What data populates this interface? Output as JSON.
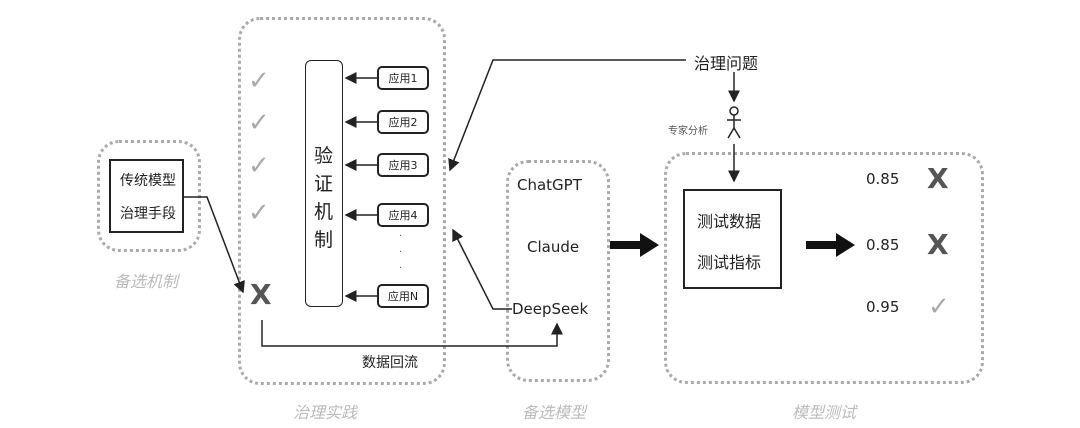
{
  "alt_mechanism": {
    "caption": "备选机制",
    "lines": [
      "传统模型",
      "治理手段"
    ]
  },
  "practice": {
    "caption": "治理实践",
    "verify_label": [
      "验",
      "证",
      "机",
      "制"
    ],
    "apps": [
      "应用1",
      "应用2",
      "应用3",
      "应用4",
      "应用N"
    ],
    "ellipsis": "·",
    "feedback_label": "数据回流",
    "results": [
      "check",
      "check",
      "check",
      "check",
      "cross"
    ]
  },
  "models": {
    "caption": "备选模型",
    "items": [
      "ChatGPT",
      "Claude",
      "DeepSeek"
    ]
  },
  "governance_issue": "治理问题",
  "expert_label": "专家分析",
  "testing": {
    "caption": "模型测试",
    "box_lines": [
      "测试数据",
      "测试指标"
    ],
    "scores": [
      {
        "value": "0.85",
        "result": "cross"
      },
      {
        "value": "0.85",
        "result": "cross"
      },
      {
        "value": "0.95",
        "result": "check"
      }
    ]
  },
  "icons": {
    "check": "✓",
    "cross": "X"
  }
}
